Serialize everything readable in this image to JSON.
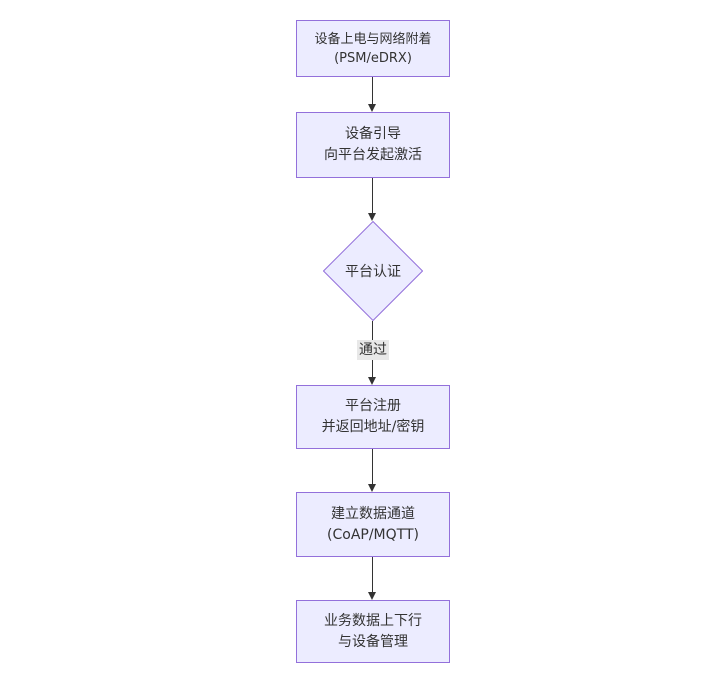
{
  "diagram": {
    "type": "flowchart",
    "direction": "top-down",
    "colors": {
      "node_fill": "#ECECFF",
      "node_border": "#9370DB",
      "line": "#333333",
      "text": "#333333",
      "edge_label_bg": "#e8e8e8",
      "background": "#ffffff"
    },
    "nodes": [
      {
        "id": "power-attach",
        "shape": "rect",
        "lines": [
          "设备上电与网络附着",
          "(PSM/eDRX)"
        ]
      },
      {
        "id": "bootstrap",
        "shape": "rect",
        "lines": [
          "设备引导",
          "向平台发起激活"
        ]
      },
      {
        "id": "platform-auth",
        "shape": "diamond",
        "lines": [
          "平台认证"
        ]
      },
      {
        "id": "register",
        "shape": "rect",
        "lines": [
          "平台注册",
          "并返回地址/密钥"
        ]
      },
      {
        "id": "data-channel",
        "shape": "rect",
        "lines": [
          "建立数据通道",
          "(CoAP/MQTT)"
        ]
      },
      {
        "id": "business",
        "shape": "rect",
        "lines": [
          "业务数据上下行",
          "与设备管理"
        ]
      }
    ],
    "edges": [
      {
        "from": "power-attach",
        "to": "bootstrap",
        "label": ""
      },
      {
        "from": "bootstrap",
        "to": "platform-auth",
        "label": ""
      },
      {
        "from": "platform-auth",
        "to": "register",
        "label": "通过"
      },
      {
        "from": "register",
        "to": "data-channel",
        "label": ""
      },
      {
        "from": "data-channel",
        "to": "business",
        "label": ""
      }
    ]
  }
}
